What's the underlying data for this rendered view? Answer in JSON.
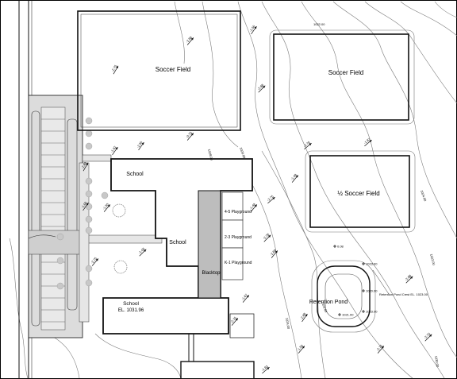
{
  "labels": {
    "soccer_field_1": "Soccer Field",
    "soccer_field_2": "Soccer Field",
    "soccer_field_3": "½ Soccer Field",
    "school_north": "School",
    "school_center": "School",
    "school_south": "School",
    "school_elevation": "EL. 1031.96",
    "blacktop": "Blacktop",
    "playground_45": "4-5 Playground",
    "playground_23": "2-3 Playground",
    "playground_k1": "K-1 Playground",
    "retention_pond": "Retention Pond",
    "retention_pond_note": "Retention Pond Crest EL. 1023.00"
  },
  "grade_markers": [
    "-2.88",
    "-2.75",
    "-1.50",
    "-2.88",
    "-0.75",
    "-2.50",
    "-1.92",
    "-2.83",
    "-1.00",
    "-1.48",
    "-2.75",
    "-1.48",
    "-2.78",
    "-1.87",
    "-1.06",
    "-2.75",
    "-1.50",
    "-2.78",
    "-2.69",
    "-2.88",
    "-1.67",
    "-2.75",
    "-2.88",
    "-1.50",
    "-2.75",
    "-2.75",
    "-1.83"
  ],
  "spot_elevations": [
    "1023.00",
    "1020.00",
    "1021.00",
    "1023.00",
    "0.08"
  ],
  "contour_labels": [
    "1022.00",
    "1020.00",
    "1028.00",
    "1024.00",
    "1026.00",
    "1030.00",
    "1022.00",
    "1024.00"
  ],
  "colors": {
    "paving": "#d0d0d0",
    "blacktop": "#bdbdbd",
    "walk": "#e6e6e6",
    "linework": "#111111",
    "contour": "#7a7a7a",
    "tree": "#c8c8c8"
  }
}
